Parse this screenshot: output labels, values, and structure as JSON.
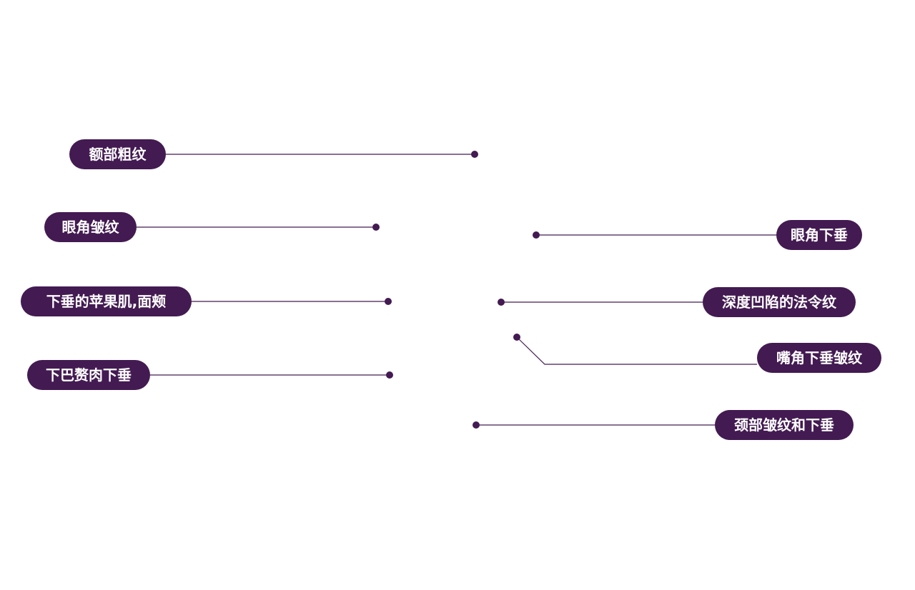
{
  "colors": {
    "accent": "#431a52",
    "label_text": "#ffffff",
    "background": "#ffffff"
  },
  "labels": {
    "forehead_wrinkles": "额部粗纹",
    "eye_corner_wrinkles": "眼角皱纹",
    "sagging_cheek": "下垂的苹果肌,面颊",
    "sagging_jowls": "下巴赘肉下垂",
    "drooping_eye_corner": "眼角下垂",
    "deep_nasolabial_folds": "深度凹陷的法令纹",
    "mouth_corner_wrinkles": "嘴角下垂皱纹",
    "neck_wrinkles_sagging": "颈部皱纹和下垂"
  }
}
